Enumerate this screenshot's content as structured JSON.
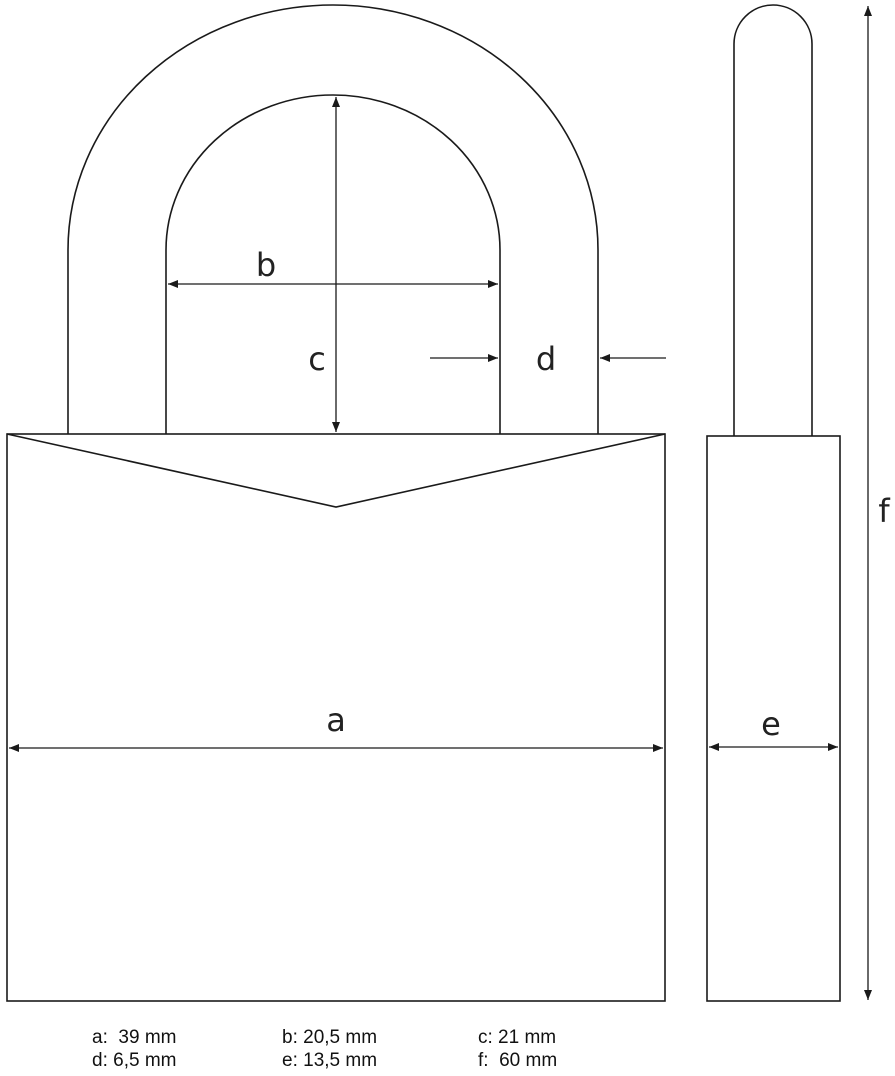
{
  "labels": {
    "a": "a",
    "b": "b",
    "c": "c",
    "d": "d",
    "e": "e",
    "f": "f"
  },
  "specs": [
    {
      "text": "a:  39 mm"
    },
    {
      "text": "b: 20,5 mm"
    },
    {
      "text": "c: 21 mm"
    },
    {
      "text": "d: 6,5 mm"
    },
    {
      "text": "e: 13,5 mm"
    },
    {
      "text": "f:  60 mm"
    }
  ],
  "colors": {
    "line": "#1a1a1a",
    "background": "#ffffff"
  }
}
